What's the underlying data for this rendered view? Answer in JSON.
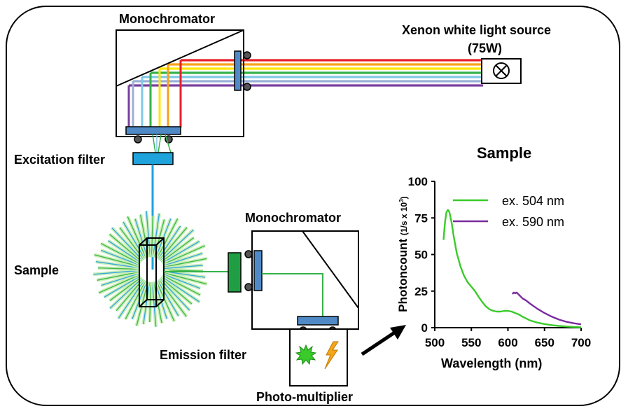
{
  "labels": {
    "monochromator_top": "Monochromator",
    "light_source": "Xenon white light source",
    "light_source_power": "(75W)",
    "excitation_filter": "Excitation filter",
    "sample": "Sample",
    "monochromator_bottom": "Monochromator",
    "emission_filter": "Emission filter",
    "photomultiplier": "Photo-multiplier"
  },
  "colors": {
    "beam_red": "#e8202a",
    "beam_orange": "#f7a21b",
    "beam_yellow": "#ffe600",
    "beam_green": "#35b24a",
    "beam_lightblue": "#7fc8e8",
    "beam_blue": "#9ab0d6",
    "beam_purple": "#7a3f9d",
    "filter_blue": "#1fa3dd",
    "filter_green": "#1f9e44",
    "slit_blue": "#4f8ac6",
    "series_504": "#3acb2a",
    "series_590": "#7a2a9e"
  },
  "icons": {
    "lamp": "xenon-lamp-icon",
    "starburst": "fluorescence-starburst-icon",
    "lightning": "lightning-icon",
    "arrow": "arrow-icon"
  },
  "chart_data": {
    "type": "line",
    "title": "Sample",
    "xlabel": "Wavelength (nm)",
    "ylabel": "Photoncount",
    "ylabel_unit": "(1/s x 10",
    "ylabel_unit_exp": "3",
    "ylabel_unit_close": ")",
    "xlim": [
      500,
      700
    ],
    "ylim": [
      0,
      100
    ],
    "xticks": [
      "500",
      "550",
      "600",
      "650",
      "700"
    ],
    "yticks": [
      "0",
      "25",
      "50",
      "75",
      "100"
    ],
    "legend_position": "top-right",
    "series": [
      {
        "name": "ex. 504 nm",
        "color": "#3acb2a",
        "x": [
          512,
          514,
          516,
          518,
          520,
          523,
          526,
          530,
          535,
          540,
          545,
          550,
          555,
          560,
          565,
          570,
          575,
          580,
          585,
          590,
          595,
          600,
          605,
          610,
          615,
          620,
          630,
          640,
          650,
          660,
          670,
          680,
          690,
          700
        ],
        "y": [
          60,
          72,
          79,
          80.5,
          79,
          72,
          62,
          51,
          42,
          35.5,
          31,
          28,
          25,
          21,
          17.5,
          14.5,
          12.5,
          11.5,
          11,
          11,
          11.5,
          11.5,
          11,
          10,
          9,
          7.5,
          5,
          3.5,
          2.5,
          1.7,
          1.2,
          0.8,
          0.5,
          0.3
        ]
      },
      {
        "name": "ex. 590 nm",
        "color": "#7a2a9e",
        "x": [
          606,
          608,
          610,
          612,
          614,
          616,
          620,
          625,
          630,
          640,
          650,
          660,
          670,
          680,
          690,
          700
        ],
        "y": [
          23,
          24,
          23.5,
          24,
          23,
          22,
          20,
          18.5,
          16.5,
          13,
          10,
          7.5,
          5.5,
          4,
          3,
          2.3
        ]
      }
    ]
  }
}
